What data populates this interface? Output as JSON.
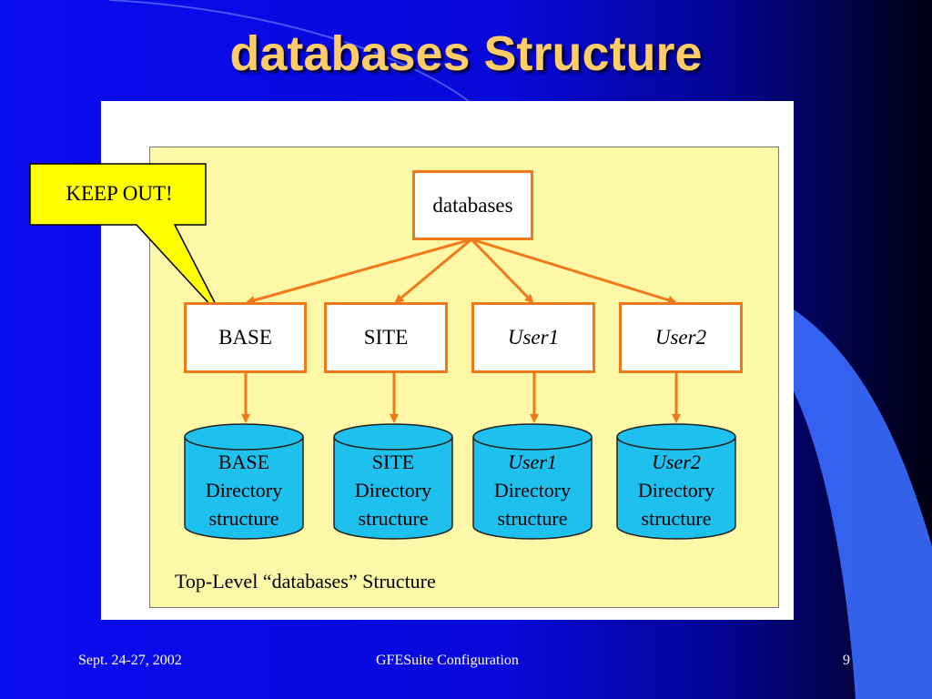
{
  "slide": {
    "title": "databases Structure",
    "footer_left": "Sept. 24-27, 2002",
    "footer_center": "GFESuite Configuration",
    "footer_right": "9"
  },
  "diagram": {
    "root": "databases",
    "children": [
      {
        "label": "BASE",
        "italic": false,
        "store": {
          "line1": "BASE",
          "line2": "Directory",
          "line3": "structure"
        }
      },
      {
        "label": "SITE",
        "italic": false,
        "store": {
          "line1": "SITE",
          "line2": "Directory",
          "line3": "structure"
        }
      },
      {
        "label": "User1",
        "italic": true,
        "store": {
          "line1": "User1",
          "line2": "Directory",
          "line3": "structure"
        }
      },
      {
        "label": "User2",
        "italic": true,
        "store": {
          "line1": "User2",
          "line2": "Directory",
          "line3": "structure"
        }
      }
    ],
    "caption": "Top-Level “databases” Structure",
    "callout": "KEEP OUT!"
  },
  "colors": {
    "arrow": "#f07a1a",
    "cylinder": "#1ec0ee",
    "panel": "#fcf8a8",
    "callout": "#ffff00",
    "title": "#ffcc66"
  }
}
